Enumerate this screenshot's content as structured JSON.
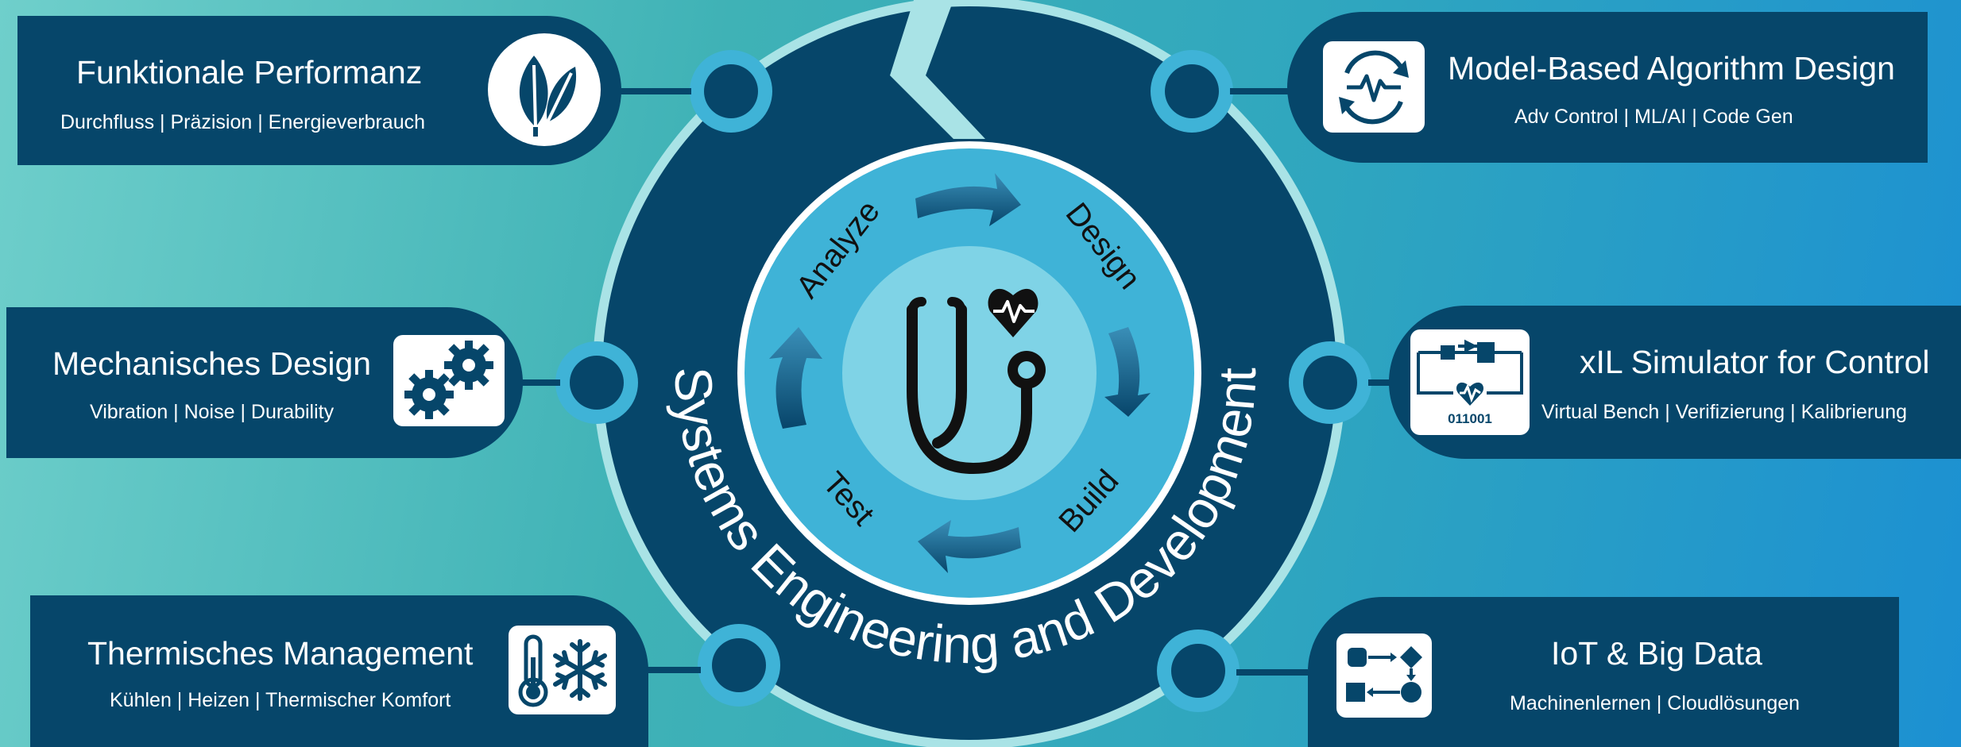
{
  "center": {
    "title": "Systems Engineering and Development",
    "cycle_steps": [
      "Analyze",
      "Design",
      "Build",
      "Test"
    ]
  },
  "panels": {
    "top_left": {
      "title": "Funktionale Performanz",
      "subtitle": "Durchfluss | Präzision | Energieverbrauch",
      "icon": "leaf-icon"
    },
    "mid_left": {
      "title": "Mechanisches Design",
      "subtitle": "Vibration | Noise | Durability",
      "icon": "gears-icon"
    },
    "bottom_left": {
      "title": "Thermisches Management",
      "subtitle": "Kühlen | Heizen | Thermischer Komfort",
      "icon": "thermometer-snowflake-icon"
    },
    "top_right": {
      "title": "Model-Based Algorithm Design",
      "subtitle": "Adv Control | ML/AI | Code Gen",
      "icon": "cycle-heartbeat-icon"
    },
    "mid_right": {
      "title": "xIL Simulator for Control",
      "subtitle": "Virtual Bench | Verifizierung | Kalibrierung",
      "icon": "block-diagram-icon",
      "icon_text": "011001"
    },
    "bottom_right": {
      "title": "IoT & Big Data",
      "subtitle": "Machinenlernen | Cloudlösungen",
      "icon": "flowchart-icon"
    }
  },
  "colors": {
    "panel": "#06466a",
    "ring_light": "#a9e3e6",
    "ring_mid": "#3fb3d7",
    "inner_disc": "#7fd3e6",
    "arrow": "#0b4f75",
    "node_ring": "#3fb3d7"
  }
}
